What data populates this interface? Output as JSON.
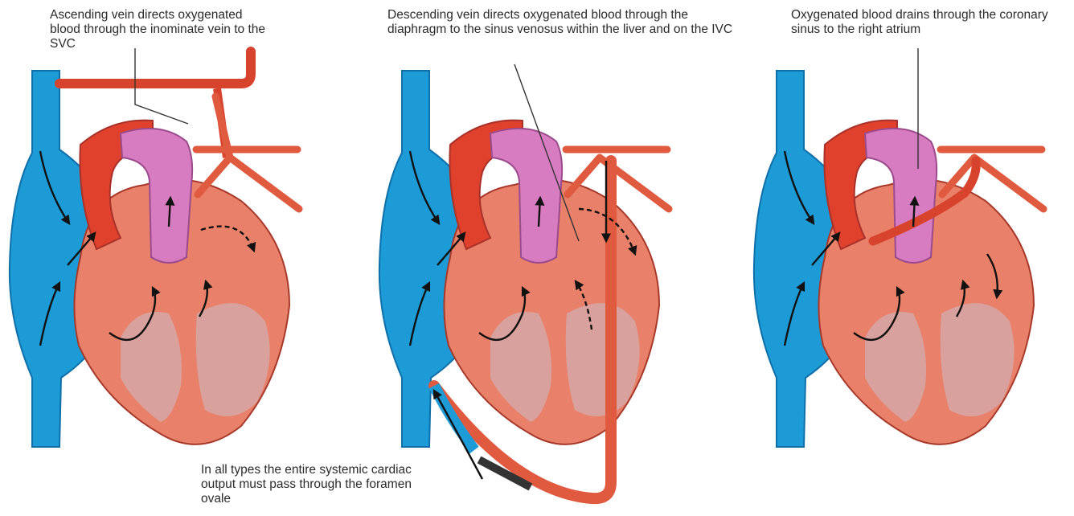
{
  "captions": {
    "left": "Ascending vein directs oxygenated blood through the inominate vein to the SVC",
    "middle": "Descending vein directs oxygenated blood through the diaphragm to the sinus venosus within the liver and on the IVC",
    "right": "Oxygenated blood drains through the coronary sinus to the right atrium",
    "bottom": "In all types the entire systemic cardiac output must pass through the foramen ovale"
  },
  "colors": {
    "vena_cava": "#1d9bd6",
    "vena_cava_dark": "#0f6fa8",
    "aorta": "#e0412d",
    "pulmonary_artery": "#d77cc0",
    "heart_wall": "#e8806a",
    "heart_inner": "#d6a7a6",
    "connecting_vein": "#e05a3f",
    "arrow": "#111111",
    "leader_line": "#333333"
  },
  "panels": [
    "ascending-vein-panel",
    "descending-vein-panel",
    "coronary-sinus-panel"
  ]
}
